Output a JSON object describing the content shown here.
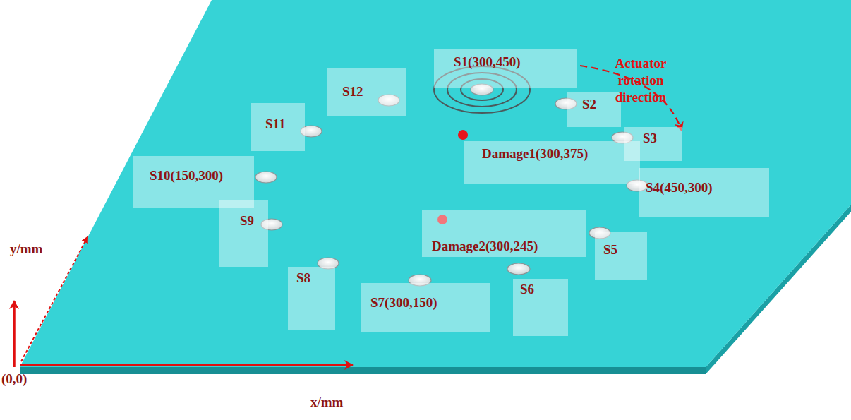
{
  "diagram": {
    "nodes": [
      {
        "text": [
          "S1(300,450)"
        ]
      },
      {
        "text": [
          "S2"
        ]
      },
      {
        "text": [
          "S3"
        ]
      },
      {
        "text": [
          "S4(450,300)"
        ]
      },
      {
        "text": [
          "S5"
        ]
      },
      {
        "text": [
          "S6"
        ]
      },
      {
        "text": [
          "S7(300,150)"
        ]
      },
      {
        "text": [
          "S8"
        ]
      },
      {
        "text": [
          "S9"
        ]
      },
      {
        "text": [
          "S10(150,300)"
        ]
      },
      {
        "text": [
          "S11"
        ]
      },
      {
        "text": [
          "S12"
        ]
      },
      {
        "text": [
          "Damage1(300,375)"
        ]
      },
      {
        "text": [
          "Damage2(300,245)"
        ]
      }
    ],
    "labels": [
      "Actuator rotation direction",
      "y/mm",
      "x/mm",
      "(0,0)"
    ]
  }
}
